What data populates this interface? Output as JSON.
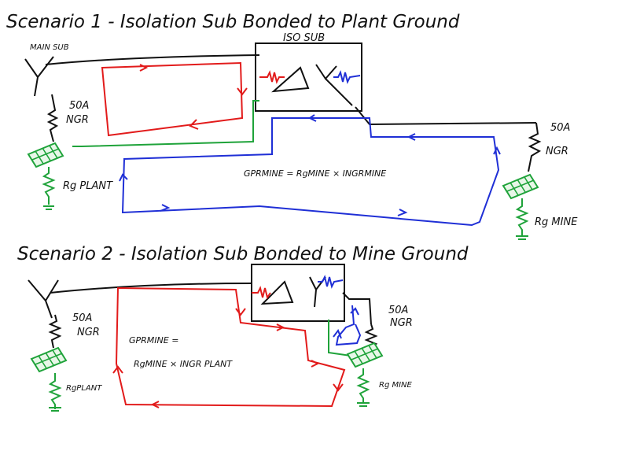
{
  "scenario1": {
    "title": "Scenario 1 - Isolation Sub Bonded to Plant Ground",
    "main_sub": "MAIN SUB",
    "iso_sub": "ISO SUB",
    "ngr_left": [
      "50A",
      "NGR"
    ],
    "ngr_right": [
      "50A",
      "NGR"
    ],
    "rg_plant": "Rg PLANT",
    "rg_mine": "Rg MINE",
    "equation": "GPRMINE = RgMINE × INGRMINE"
  },
  "scenario2": {
    "title": "Scenario 2 - Isolation Sub Bonded to Mine Ground",
    "ngr_left": [
      "50A",
      "NGR"
    ],
    "ngr_right": [
      "50A",
      "NGR"
    ],
    "rg_plant": "RgPLANT",
    "rg_mine": "Rg MINE",
    "equation_line1": "GPRMINE =",
    "equation_line2": "RgMINE × INGR PLANT"
  },
  "colors": {
    "ink": "#111111",
    "red": "#e21b1b",
    "blue": "#1f2fd6",
    "green": "#1fa33a"
  }
}
